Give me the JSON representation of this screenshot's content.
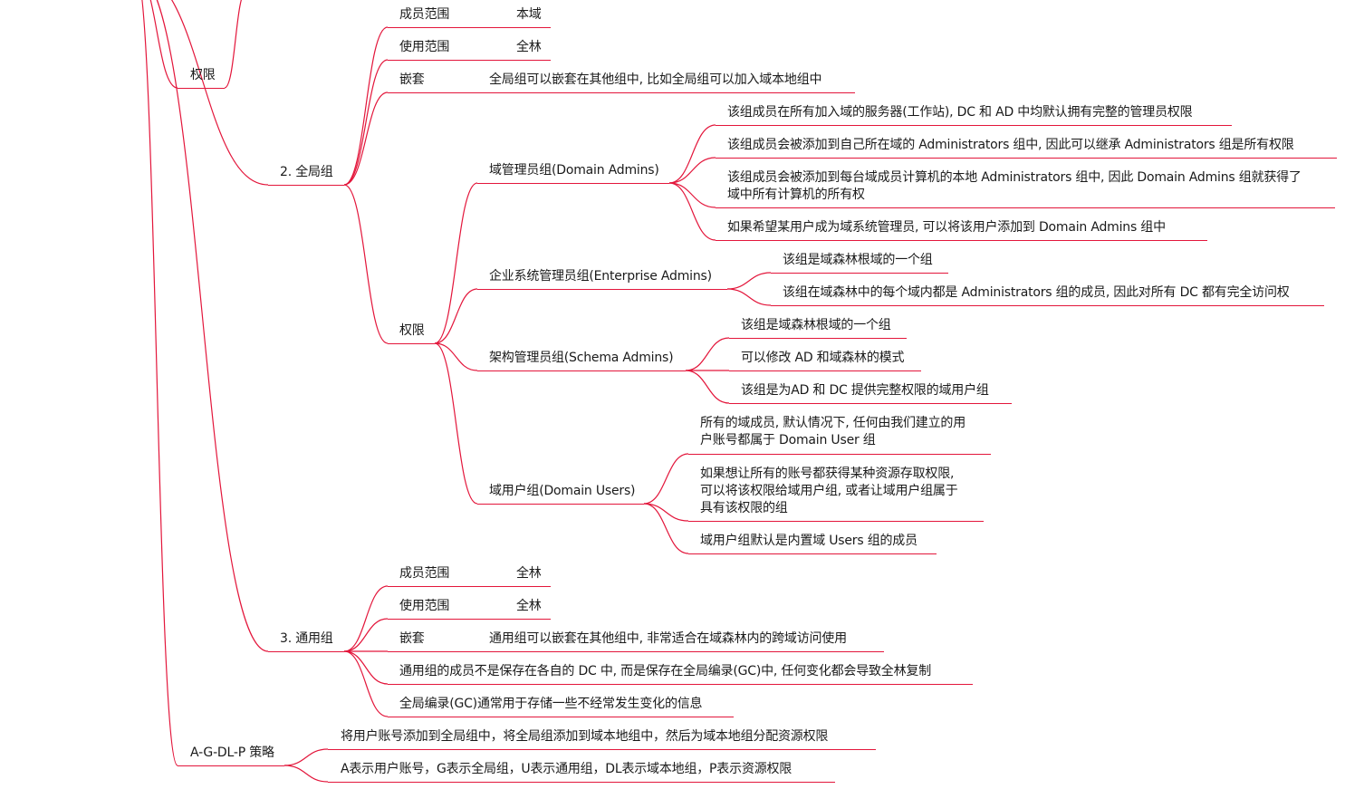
{
  "theme": {
    "line_color": "#e3163b",
    "background": "#ffffff",
    "text_color": "#1a1a1a"
  },
  "nodes": {
    "perm_top": "权限",
    "global": {
      "title": "2. 全局组",
      "member_scope_label": "成员范围",
      "member_scope_value": "本域",
      "use_scope_label": "使用范围",
      "use_scope_value": "全林",
      "nesting_label": "嵌套",
      "nesting_value": "全局组可以嵌套在其他组中, 比如全局组可以加入域本地组中",
      "perm_label": "权限",
      "domain_admins": {
        "title": "域管理员组(Domain Admins)",
        "items": [
          "该组成员在所有加入域的服务器(工作站), DC 和 AD 中均默认拥有完整的管理员权限",
          "该组成员会被添加到自己所在域的 Administrators 组中, 因此可以继承 Administrators 组是所有权限",
          "该组成员会被添加到每台域成员计算机的本地 Administrators 组中, 因此 Domain Admins 组就获得了\n域中所有计算机的所有权",
          "如果希望某用户成为域系统管理员, 可以将该用户添加到 Domain Admins 组中"
        ]
      },
      "enterprise_admins": {
        "title": "企业系统管理员组(Enterprise Admins)",
        "items": [
          "该组是域森林根域的一个组",
          "该组在域森林中的每个域内都是 Administrators 组的成员, 因此对所有 DC 都有完全访问权"
        ]
      },
      "schema_admins": {
        "title": "架构管理员组(Schema Admins)",
        "items": [
          "该组是域森林根域的一个组",
          "可以修改 AD 和域森林的模式",
          "该组是为AD 和 DC 提供完整权限的域用户组"
        ]
      },
      "domain_users": {
        "title": "域用户组(Domain Users)",
        "items": [
          "所有的域成员, 默认情况下, 任何由我们建立的用\n户账号都属于 Domain User 组",
          "如果想让所有的账号都获得某种资源存取权限,\n可以将该权限给域用户组, 或者让域用户组属于\n具有该权限的组",
          "域用户组默认是内置域 Users 组的成员"
        ]
      }
    },
    "universal": {
      "title": "3. 通用组",
      "member_scope_label": "成员范围",
      "member_scope_value": "全林",
      "use_scope_label": "使用范围",
      "use_scope_value": "全林",
      "nesting_label": "嵌套",
      "nesting_value": "通用组可以嵌套在其他组中, 非常适合在域森林内的跨域访问使用",
      "note1": "通用组的成员不是保存在各自的 DC 中, 而是保存在全局编录(GC)中, 任何变化都会导致全林复制",
      "note2": "全局编录(GC)通常用于存储一些不经常发生变化的信息"
    },
    "agdlp": {
      "title": "A-G-DL-P 策略",
      "items": [
        "将用户账号添加到全局组中，将全局组添加到域本地组中，然后为域本地组分配资源权限",
        "A表示用户账号，G表示全局组，U表示通用组，DL表示域本地组，P表示资源权限"
      ]
    }
  }
}
